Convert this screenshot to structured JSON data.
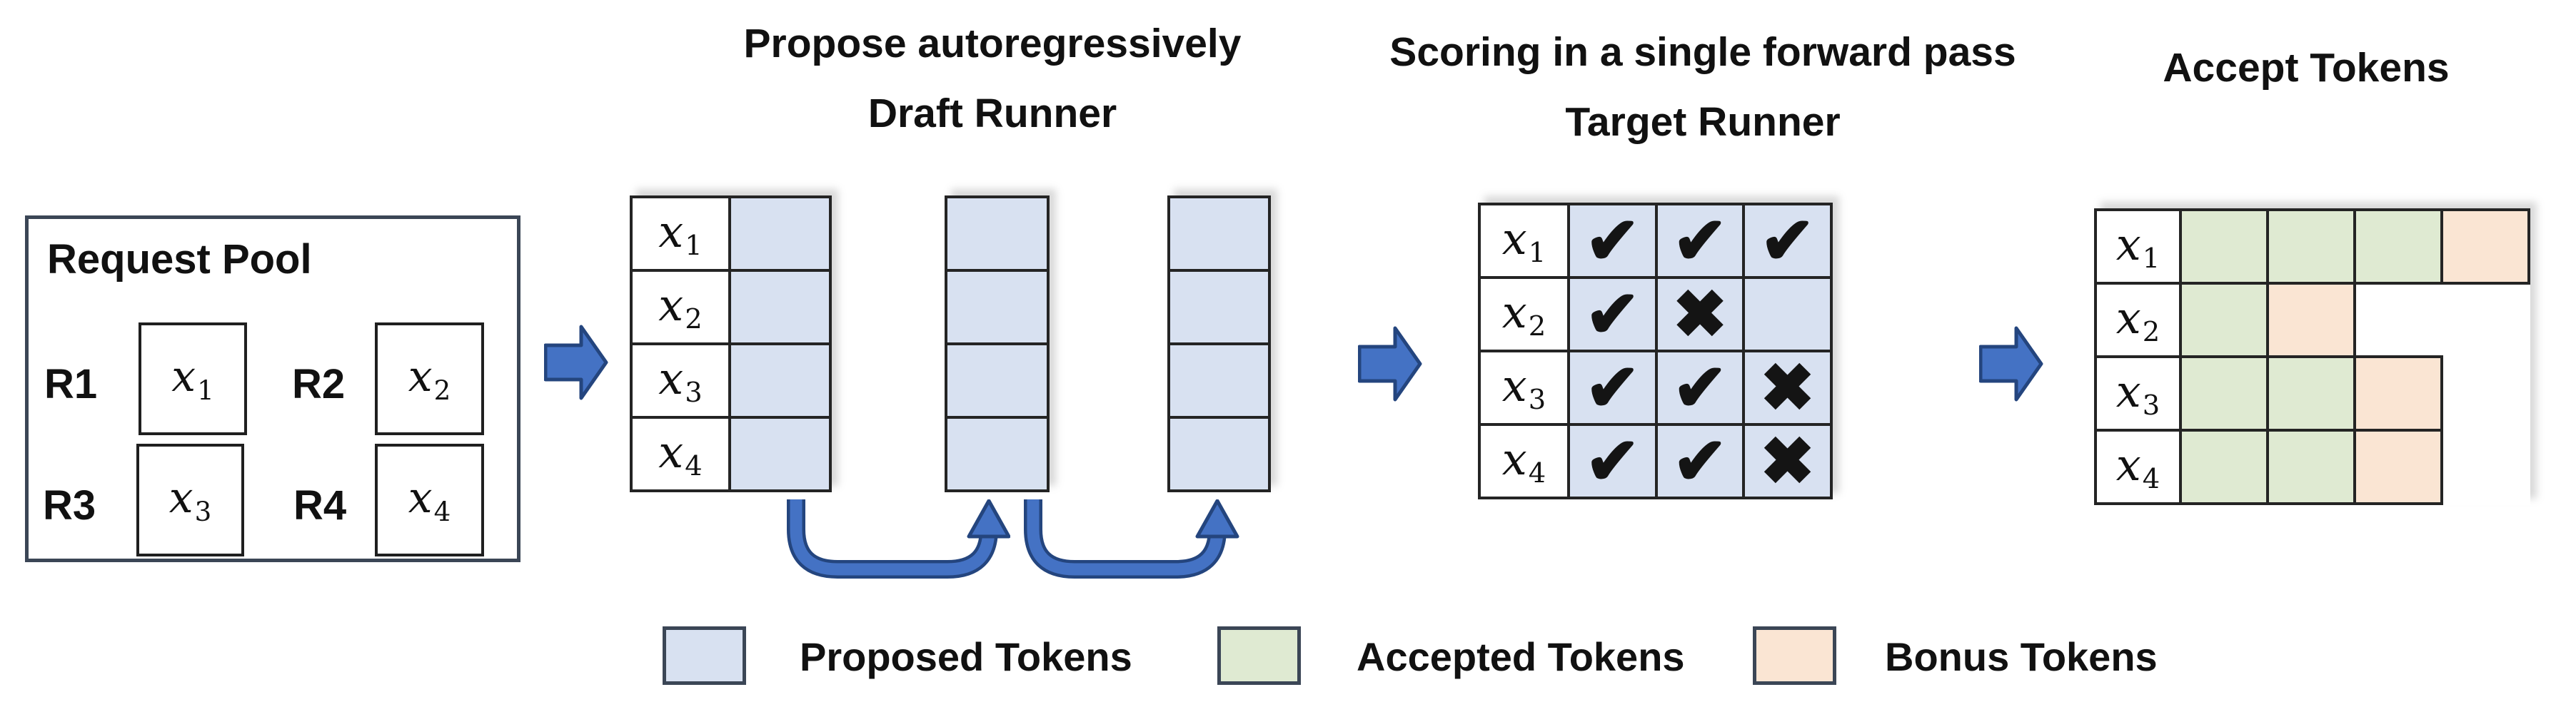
{
  "titles": {
    "draft_top": "Propose autoregressively",
    "draft_sub": "Draft Runner",
    "target_top": "Scoring in a single forward pass",
    "target_sub": "Target Runner",
    "accept": "Accept Tokens"
  },
  "request_pool": {
    "title": "Request Pool",
    "requests": [
      {
        "id": "R1",
        "token": {
          "base": "x",
          "sub": "1"
        }
      },
      {
        "id": "R2",
        "token": {
          "base": "x",
          "sub": "2"
        }
      },
      {
        "id": "R3",
        "token": {
          "base": "x",
          "sub": "3"
        }
      },
      {
        "id": "R4",
        "token": {
          "base": "x",
          "sub": "4"
        }
      }
    ]
  },
  "draft_runner": {
    "row_labels": [
      {
        "base": "x",
        "sub": "1"
      },
      {
        "base": "x",
        "sub": "2"
      },
      {
        "base": "x",
        "sub": "3"
      },
      {
        "base": "x",
        "sub": "4"
      }
    ],
    "proposal_columns": 3
  },
  "target_runner": {
    "row_labels": [
      {
        "base": "x",
        "sub": "1"
      },
      {
        "base": "x",
        "sub": "2"
      },
      {
        "base": "x",
        "sub": "3"
      },
      {
        "base": "x",
        "sub": "4"
      }
    ],
    "marks": [
      [
        "check",
        "check",
        "check"
      ],
      [
        "check",
        "cross",
        "blank"
      ],
      [
        "check",
        "check",
        "cross"
      ],
      [
        "check",
        "check",
        "cross"
      ]
    ]
  },
  "accept_tokens": {
    "row_labels": [
      {
        "base": "x",
        "sub": "1"
      },
      {
        "base": "x",
        "sub": "2"
      },
      {
        "base": "x",
        "sub": "3"
      },
      {
        "base": "x",
        "sub": "4"
      }
    ],
    "rows": [
      [
        "accepted",
        "accepted",
        "accepted",
        "bonus"
      ],
      [
        "accepted",
        "bonus"
      ],
      [
        "accepted",
        "accepted",
        "bonus"
      ],
      [
        "accepted",
        "accepted",
        "bonus"
      ]
    ]
  },
  "legend": [
    {
      "key": "proposed",
      "label": "Proposed Tokens",
      "color": "#d8e1f1"
    },
    {
      "key": "accepted",
      "label": "Accepted Tokens",
      "color": "#dfead2"
    },
    {
      "key": "bonus",
      "label": "Bonus Tokens",
      "color": "#fae5d3"
    }
  ],
  "glyphs": {
    "check": "✔",
    "cross": "✖",
    "blank": ""
  },
  "colors": {
    "proposed": "#d8e1f1",
    "accepted": "#dfead2",
    "bonus": "#fae5d3",
    "arrow_fill": "#4472c4",
    "arrow_stroke": "#24457e",
    "grid_line": "#242424",
    "pool_border": "#3b4656",
    "mark": "#141414"
  }
}
